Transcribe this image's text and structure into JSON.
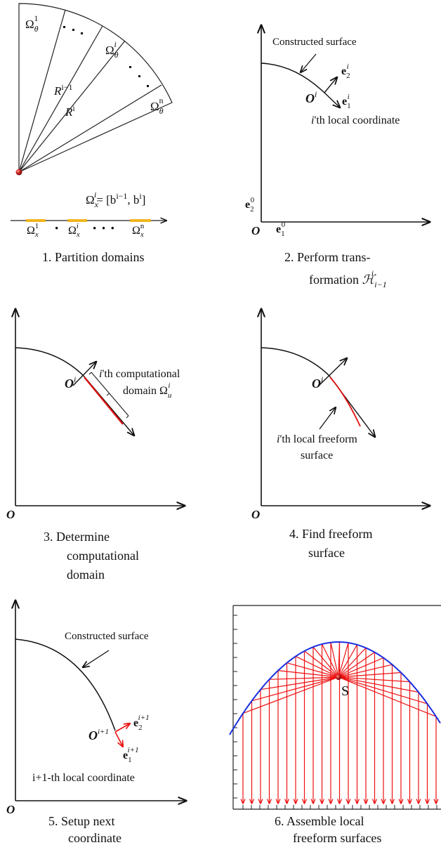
{
  "panel1": {
    "caption": "1. Partition domains",
    "omega_theta_1": "Ω",
    "omega_theta_1_sub": "θ",
    "omega_theta_1_sup": "1",
    "omega_theta_i_sub": "θ",
    "omega_theta_i_sup": "i",
    "omega_theta_n_sub": "θ",
    "omega_theta_n_sup": "n",
    "R_prev": "R",
    "R_prev_sup": "i−1",
    "R_i": "R",
    "R_i_sup": "i",
    "dots": "· · ·",
    "omega_x_def": "Ω",
    "omega_x_def_sub": "x",
    "omega_x_def_sup": "i",
    "omega_x_def_rhs": "= [b",
    "omega_x_def_rhs_sup1": "i−1",
    "omega_x_def_rhs_mid": ", b",
    "omega_x_def_rhs_sup2": "i",
    "omega_x_def_rhs_end": "]",
    "omega_x_sub": "x",
    "omega_x_1_sup": "1",
    "omega_x_i_sup": "i",
    "omega_x_n_sup": "n",
    "line_dot": "·",
    "line_dots": "· · ·"
  },
  "panel2": {
    "surface_label": "Constructed surface",
    "origin_local": "O",
    "origin_local_sup": "i",
    "e_local_2": "e",
    "e_local_2_sub": "2",
    "e_local_2_sup": "i",
    "e_local_1": "e",
    "e_local_1_sub": "1",
    "e_local_1_sup": "i",
    "local_coord": "i'th local coordinate",
    "local_coord_i": "i",
    "local_coord_rest": "'th local coordinate",
    "e_global_2": "e",
    "e_global_2_sub": "2",
    "e_global_2_sup": "0",
    "e_global_1": "e",
    "e_global_1_sub": "1",
    "e_global_1_sup": "0",
    "origin": "O",
    "caption_line1": "2.   Perform trans-",
    "caption_line2": "formation ",
    "caption_H": "ℋ",
    "caption_H_sub": "i−1",
    "caption_H_sup": "i"
  },
  "panel3": {
    "origin_local": "O",
    "origin_local_sup": "i",
    "domain_line1_i": "i",
    "domain_line1": "'th computational",
    "domain_line2": "domain Ω",
    "domain_sub": "u",
    "domain_sup": "i",
    "origin": "O",
    "caption_line1": "3.   Determine",
    "caption_line2": "computational",
    "caption_line3": "domain"
  },
  "panel4": {
    "origin_local": "O",
    "origin_local_sup": "i",
    "freeform_line1_i": "i",
    "freeform_line1": "'th local freeform",
    "freeform_line2": "surface",
    "origin": "O",
    "caption_line1": "4. Find freeform",
    "caption_line2": "surface"
  },
  "panel5": {
    "surface_label": "Constructed surface",
    "origin_local": "O",
    "origin_local_sup": "i+1",
    "e_2": "e",
    "e_2_sub": "2",
    "e_2_sup": "i+1",
    "e_1": "e",
    "e_1_sub": "1",
    "e_1_sup": "i+1",
    "local_coord": "i+1-th local coordinate",
    "origin": "O",
    "caption_line1": "5. Setup next",
    "caption_line2": "coordinate"
  },
  "panel6": {
    "source_label": "S",
    "caption_line1": "6. Assemble local",
    "caption_line2": "freeform surfaces",
    "ray_color": "#ee1111",
    "curve_color": "#1a2fe0"
  }
}
